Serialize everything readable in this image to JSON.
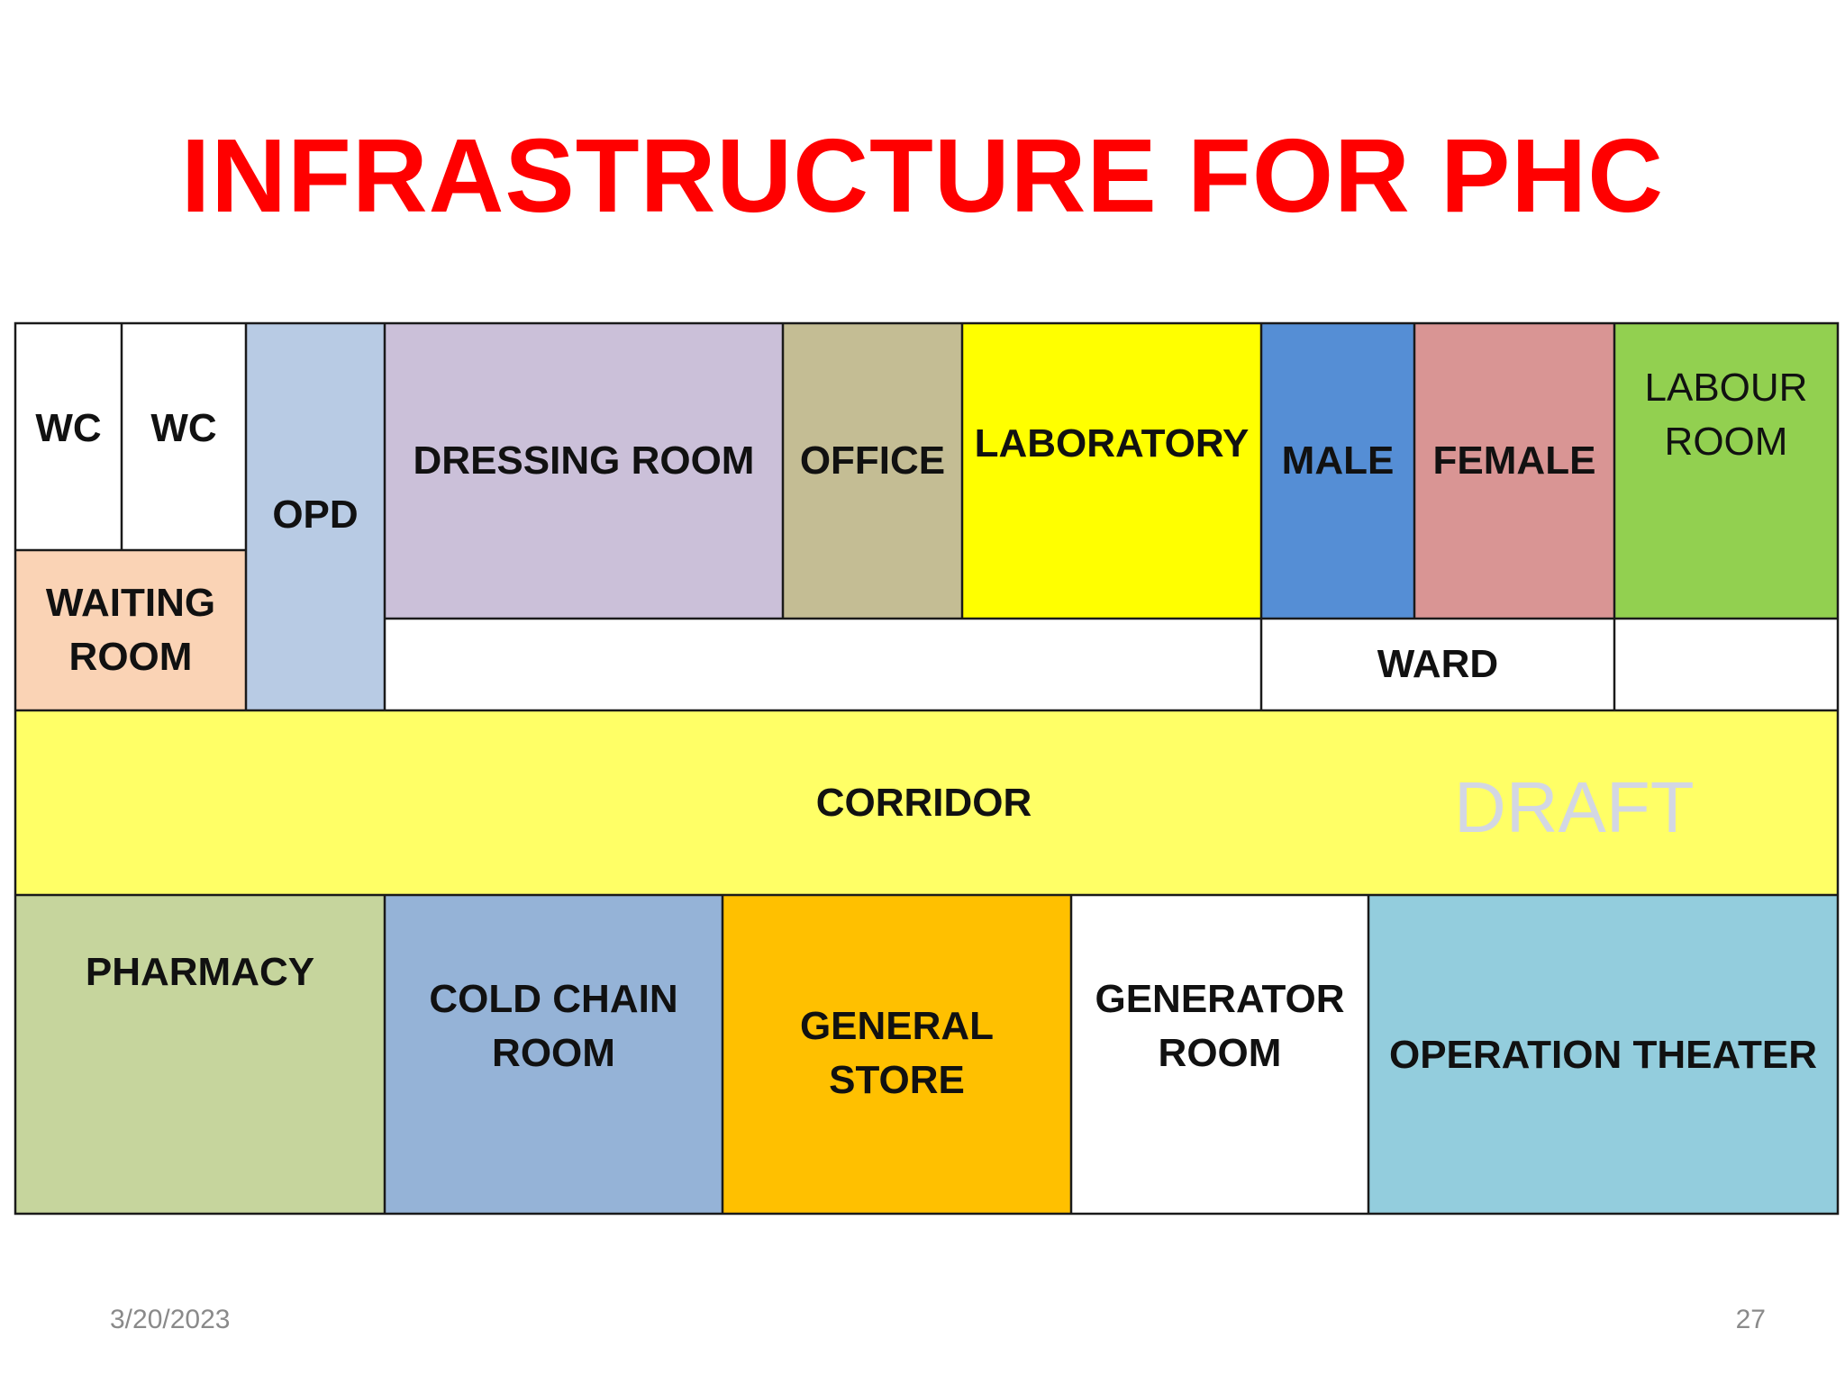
{
  "slide": {
    "title": "INFRASTRUCTURE FOR PHC",
    "watermark": "DRAFT",
    "footer_date": "3/20/2023",
    "footer_page": "27"
  },
  "colors": {
    "title": "#ff0000",
    "wc": "#ffffff",
    "waiting_room": "#fad3b5",
    "opd": "#b8cbe4",
    "dressing_room": "#cbc0d9",
    "office": "#c4bd94",
    "laboratory": "#ffff00",
    "male": "#558ed5",
    "female": "#d99594",
    "labour_room": "#92d050",
    "ward_strip": "#ffffff",
    "corridor": "#ffff66",
    "pharmacy": "#c6d59d",
    "cold_chain_room": "#95b3d7",
    "general_store": "#ffc000",
    "generator_room": "#ffffff",
    "operation_theater": "#93cddd"
  },
  "rooms": {
    "wc_1": "WC",
    "wc_2": "WC",
    "waiting_room_1": "WAITING",
    "waiting_room_2": "ROOM",
    "opd": "OPD",
    "dressing_room": "DRESSING ROOM",
    "office": "OFFICE",
    "laboratory": "LABORATORY",
    "male": "MALE",
    "female": "FEMALE",
    "labour_room_1": "LABOUR",
    "labour_room_2": "ROOM",
    "ward": "WARD",
    "corridor": "CORRIDOR",
    "pharmacy": "PHARMACY",
    "cold_chain_room_1": "COLD CHAIN",
    "cold_chain_room_2": "ROOM",
    "general_store": "GENERAL STORE",
    "generator_room_1": "GENERATOR",
    "generator_room_2": "ROOM",
    "operation_theater": "OPERATION THEATER"
  }
}
